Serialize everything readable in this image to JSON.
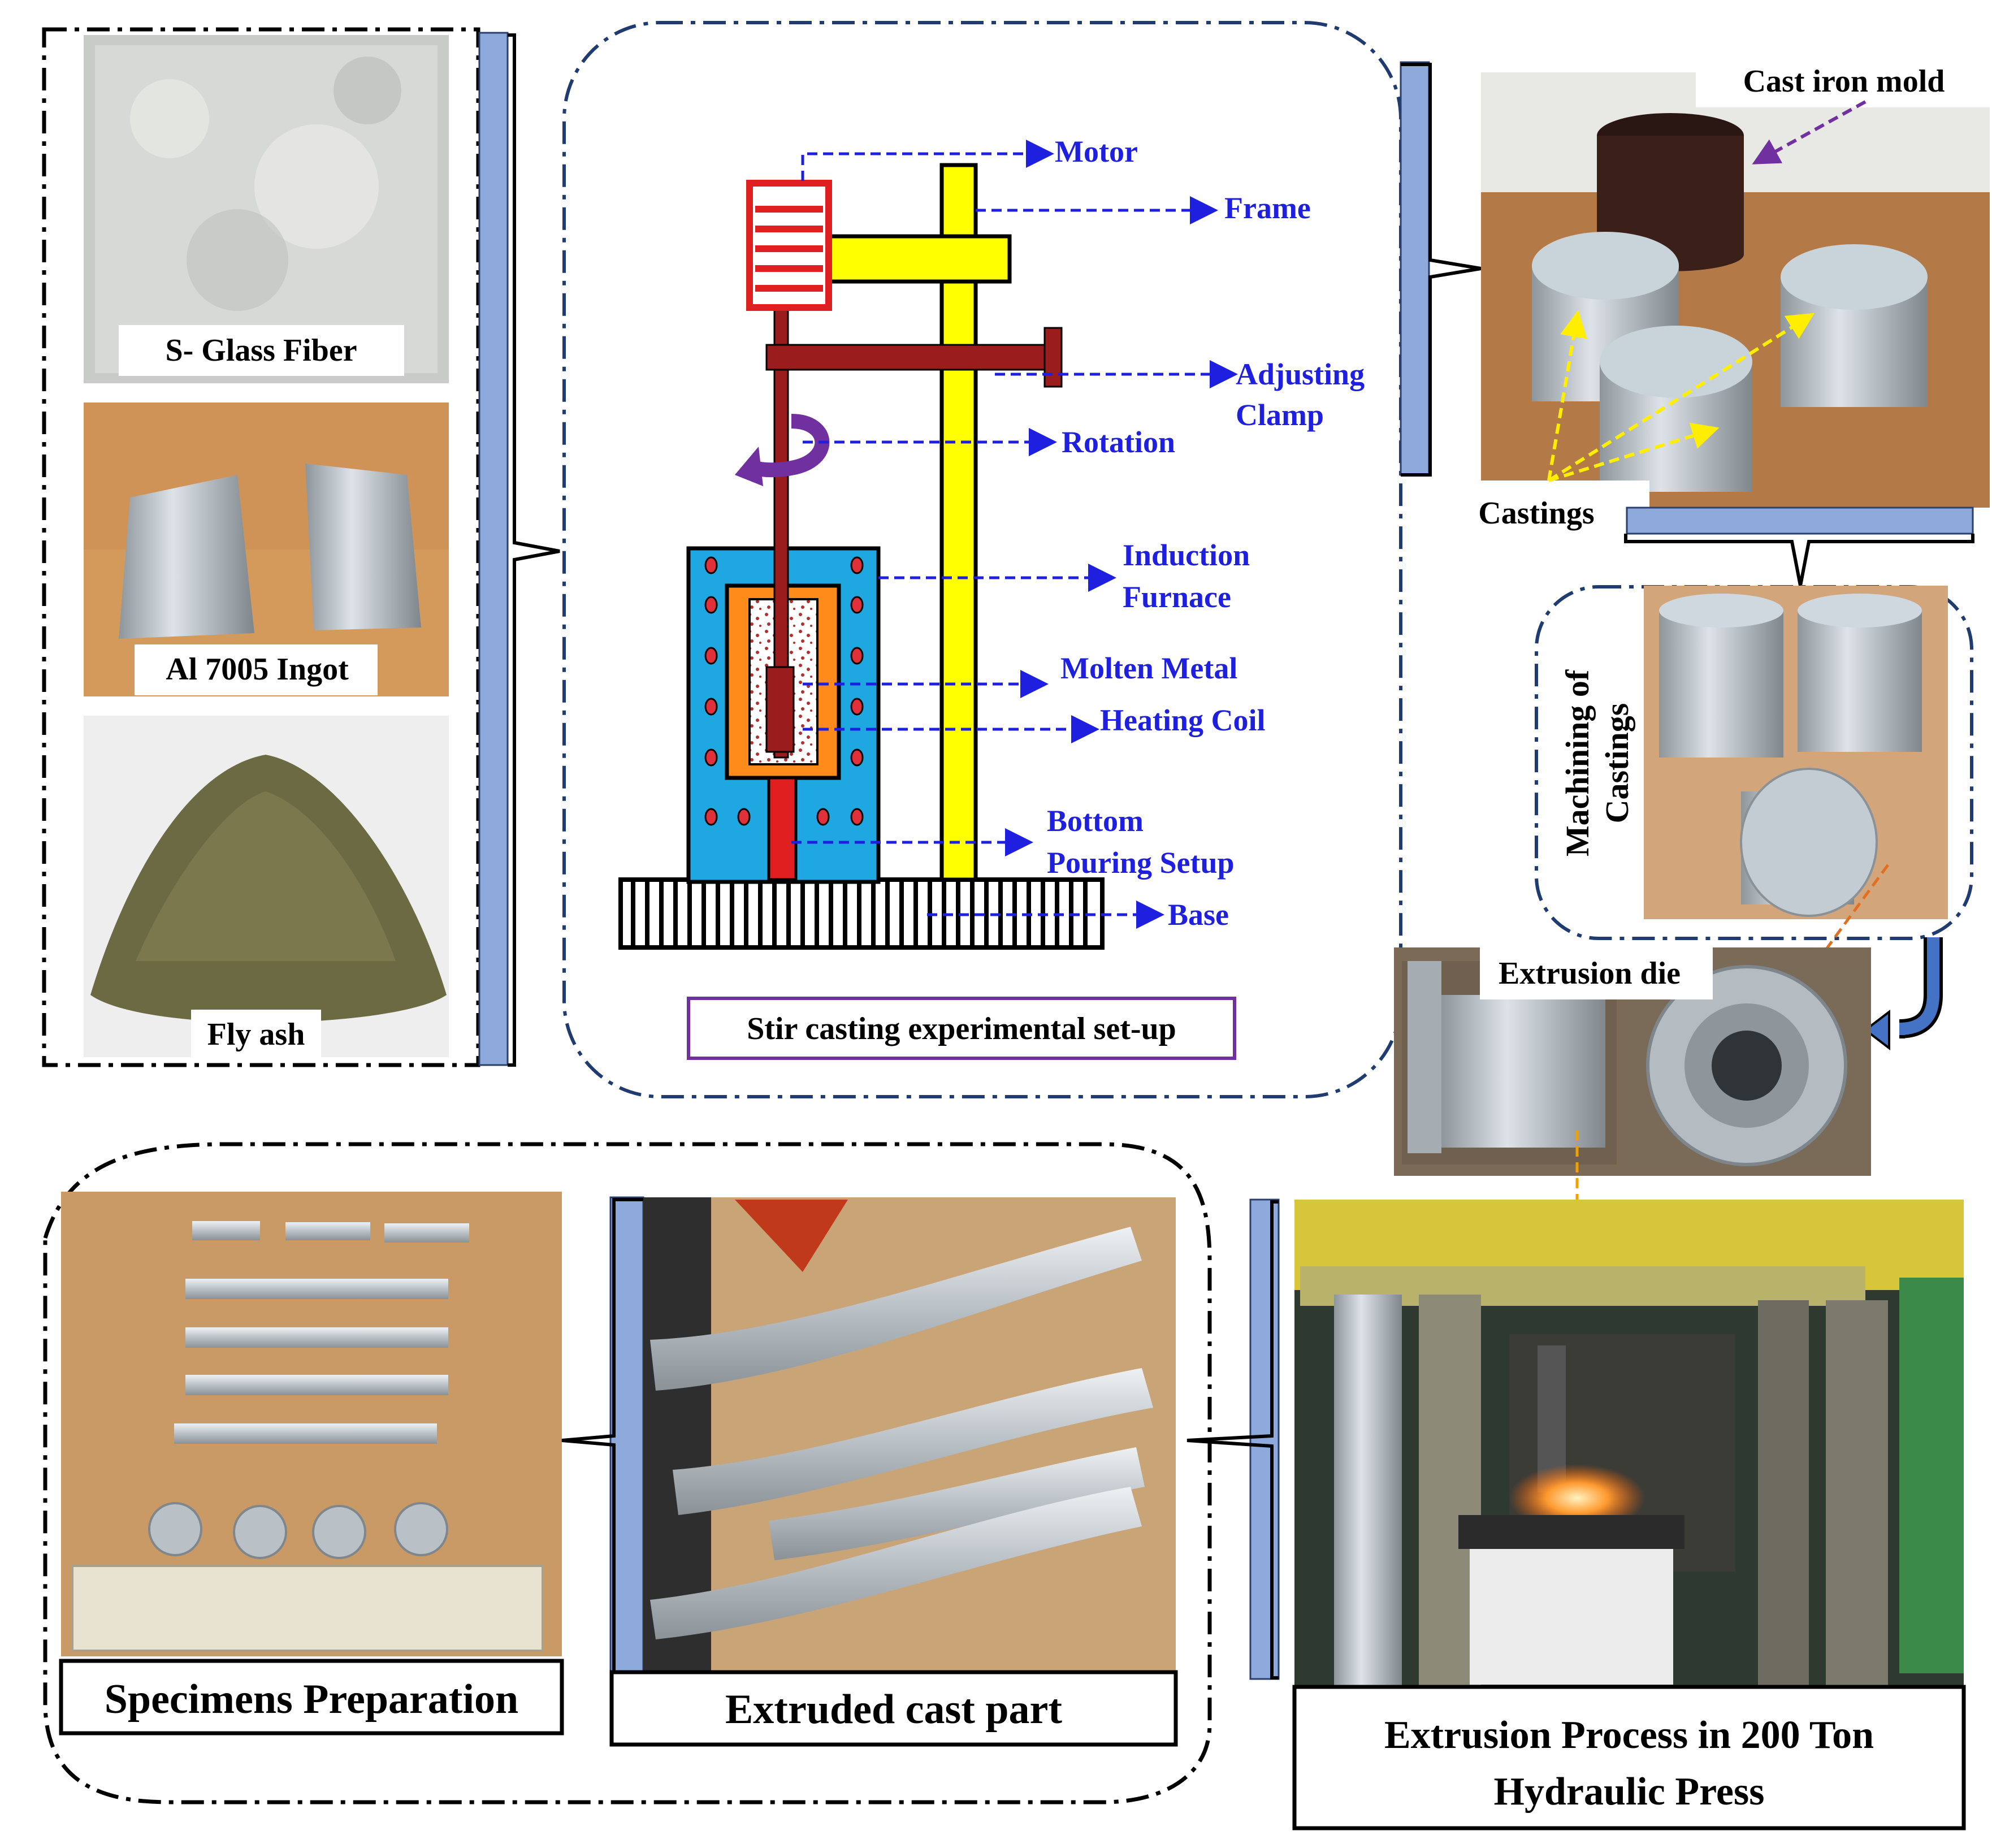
{
  "raw_materials": {
    "s_glass_fiber": "S- Glass Fiber",
    "al_ingot": "Al 7005 Ingot",
    "fly_ash": "Fly ash"
  },
  "stir_casting": {
    "caption": "Stir casting experimental set-up",
    "labels": {
      "motor": "Motor",
      "frame": "Frame",
      "adjusting_clamp_1": "Adjusting",
      "adjusting_clamp_2": "Clamp",
      "rotation": "Rotation",
      "induction_furnace_1": "Induction",
      "induction_furnace_2": "Furnace",
      "molten_metal": "Molten Metal",
      "heating_coil": "Heating Coil",
      "bottom_pouring_1": "Bottom",
      "bottom_pouring_2": "Pouring Setup",
      "base": "Base"
    }
  },
  "castings": {
    "cast_iron_mold": "Cast iron  mold",
    "castings": "Castings"
  },
  "machining": {
    "label_1": "Machining   of",
    "label_2": "Castings"
  },
  "extrusion_die": {
    "label": "Extrusion  die"
  },
  "extrusion_process": {
    "line1": "Extrusion Process in 200 Ton",
    "line2": "Hydraulic Press"
  },
  "extruded_part": {
    "label": "Extruded cast part"
  },
  "specimens": {
    "label": "Specimens Preparation"
  },
  "colors": {
    "bracket_blue": "#8ea9db",
    "dash_blue": "#1f3b70",
    "label_blue": "#1f1fe0",
    "frame_yellow": "#ffff00",
    "rod_maroon": "#9b1c1c",
    "motor_red": "#e02020",
    "furnace_cyan": "#1ea7e0",
    "crucible_orange": "#ff8c1a",
    "rotation_purple": "#7030a0"
  }
}
